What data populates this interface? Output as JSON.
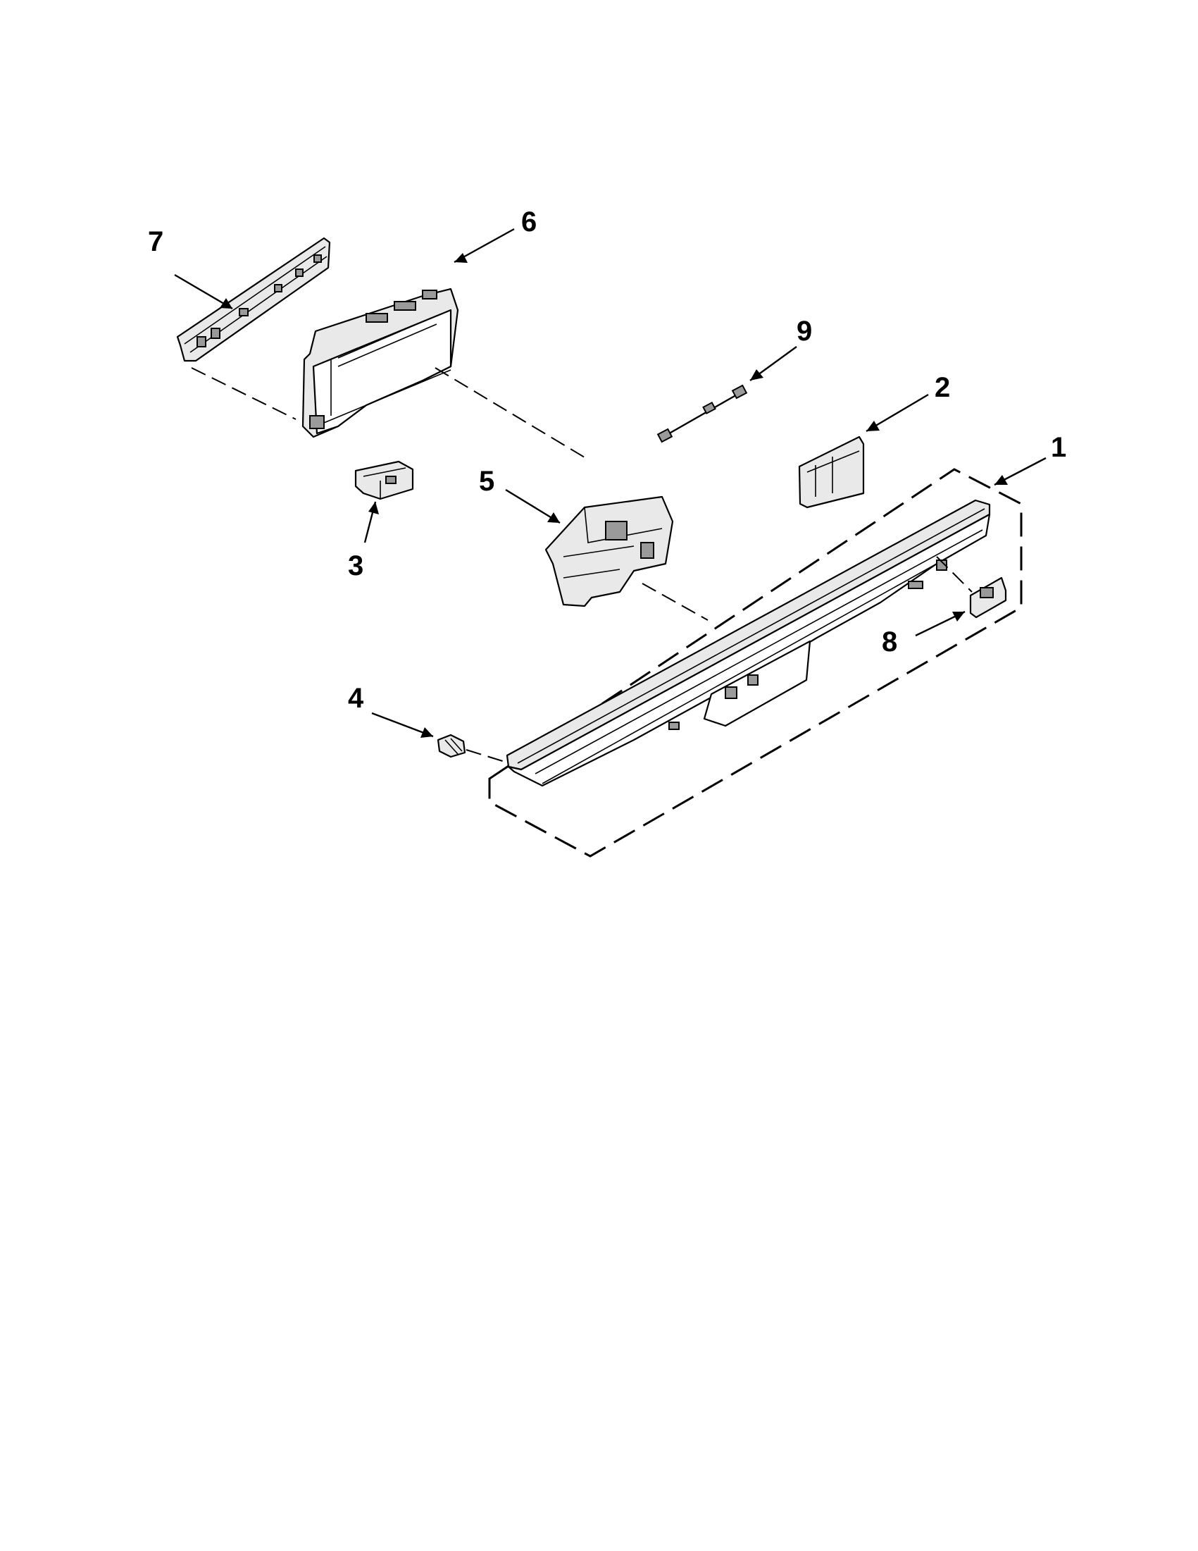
{
  "callouts": [
    {
      "id": "1",
      "text": "1"
    },
    {
      "id": "2",
      "text": "2"
    },
    {
      "id": "3",
      "text": "3"
    },
    {
      "id": "4",
      "text": "4"
    },
    {
      "id": "5",
      "text": "5"
    },
    {
      "id": "6",
      "text": "6"
    },
    {
      "id": "7",
      "text": "7"
    },
    {
      "id": "8",
      "text": "8"
    },
    {
      "id": "9",
      "text": "9"
    }
  ],
  "colors": {
    "line": "#000000",
    "background": "#ffffff",
    "shade": "#e9e9e9"
  }
}
